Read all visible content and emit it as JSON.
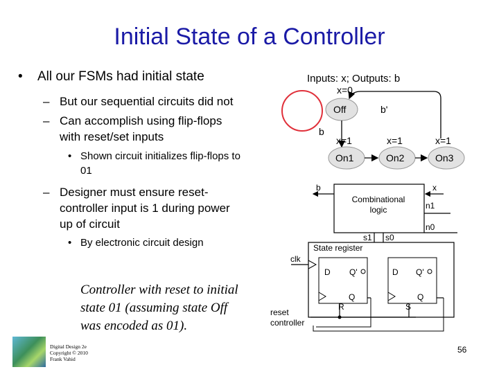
{
  "slide": {
    "title": "Initial State of a Controller",
    "bullets": {
      "b1": "All our FSMs had initial state",
      "b1_1": "But our sequential circuits did not",
      "b1_2_line1": "Can accomplish using flip-flops",
      "b1_2_line2": "with reset/set inputs",
      "b1_2_1_line1": "Shown circuit initializes flip-flops to",
      "b1_2_1_line2": "01",
      "b1_3_line1": "Designer must ensure reset-",
      "b1_3_line2": "controller input is 1 during power",
      "b1_3_line3": "up of circuit",
      "b1_3_1": "By electronic circuit design"
    },
    "caption": {
      "line1": "Controller with reset to initial",
      "line2": "state 01 (assuming state Off",
      "line3": "was encoded as 01)."
    },
    "footer": {
      "line1": "Digital Design 2e",
      "line2": "Copyright © 2010",
      "line3": "Frank Vahid"
    },
    "page_number": "56"
  },
  "fsm": {
    "header": "Inputs: x; Outputs: b",
    "transition_label": "x=0",
    "states": {
      "off": "Off",
      "on1": "On1",
      "on2": "On2",
      "on3": "On3"
    },
    "actions": {
      "off_action": "b'",
      "on_action": "b"
    },
    "outputs": {
      "on1": "x=1",
      "on2": "x=1",
      "on3": "x=1"
    }
  },
  "circuit": {
    "combinational_logic_line1": "Combinational",
    "combinational_logic_line2": "logic",
    "state_register": "State register",
    "signals": {
      "b": "b",
      "x": "x",
      "n1": "n1",
      "n0": "n0",
      "s1": "s1",
      "s0": "s0",
      "clk": "clk"
    },
    "reset_line1": "reset",
    "reset_line2": "controller",
    "ff1": {
      "d": "D",
      "q_bar": "Q'",
      "q": "Q",
      "reset_pin": "R"
    },
    "ff2": {
      "d": "D",
      "q_bar": "Q'",
      "q": "Q",
      "set_pin": "S"
    }
  },
  "colors": {
    "title": "#1a1aa6",
    "highlight": "#e0303a",
    "state_fill": "#e2e2e2"
  }
}
